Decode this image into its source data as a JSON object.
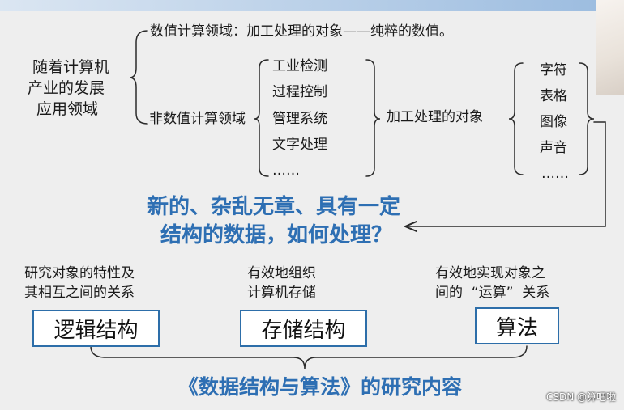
{
  "top": {
    "left_title_lines": [
      "随着计算机",
      "产业的发展",
      "应用领域"
    ],
    "numeric_line": "数值计算领域：加工处理的对象——纯粹的数值。",
    "non_numeric": "非数值计算领域",
    "fields": [
      "工业检测",
      "过程控制",
      "管理系统",
      "文字处理",
      "……"
    ],
    "objects_label": "加工处理的对象",
    "objects": [
      "字符",
      "表格",
      "图像",
      "声音",
      "……"
    ]
  },
  "question": [
    "新的、杂乱无章、具有一定",
    "结构的数据，如何处理？"
  ],
  "bottom": {
    "desc_logic": [
      "研究对象的特性及",
      "其相互之间的关系"
    ],
    "desc_storage": [
      "有效地组织",
      "计算机存储"
    ],
    "desc_algo": [
      "有效地实现对象之",
      "间的  “运算”  关系"
    ],
    "box_logic": "逻辑结构",
    "box_storage": "存储结构",
    "box_algo": "算法",
    "footer": "《数据结构与算法》的研究内容"
  },
  "watermark": "CSDN @算吧啦",
  "colors": {
    "accent_blue": "#2e6fb3",
    "box_border": "#2d6ea9",
    "background": "#eeeeee"
  }
}
